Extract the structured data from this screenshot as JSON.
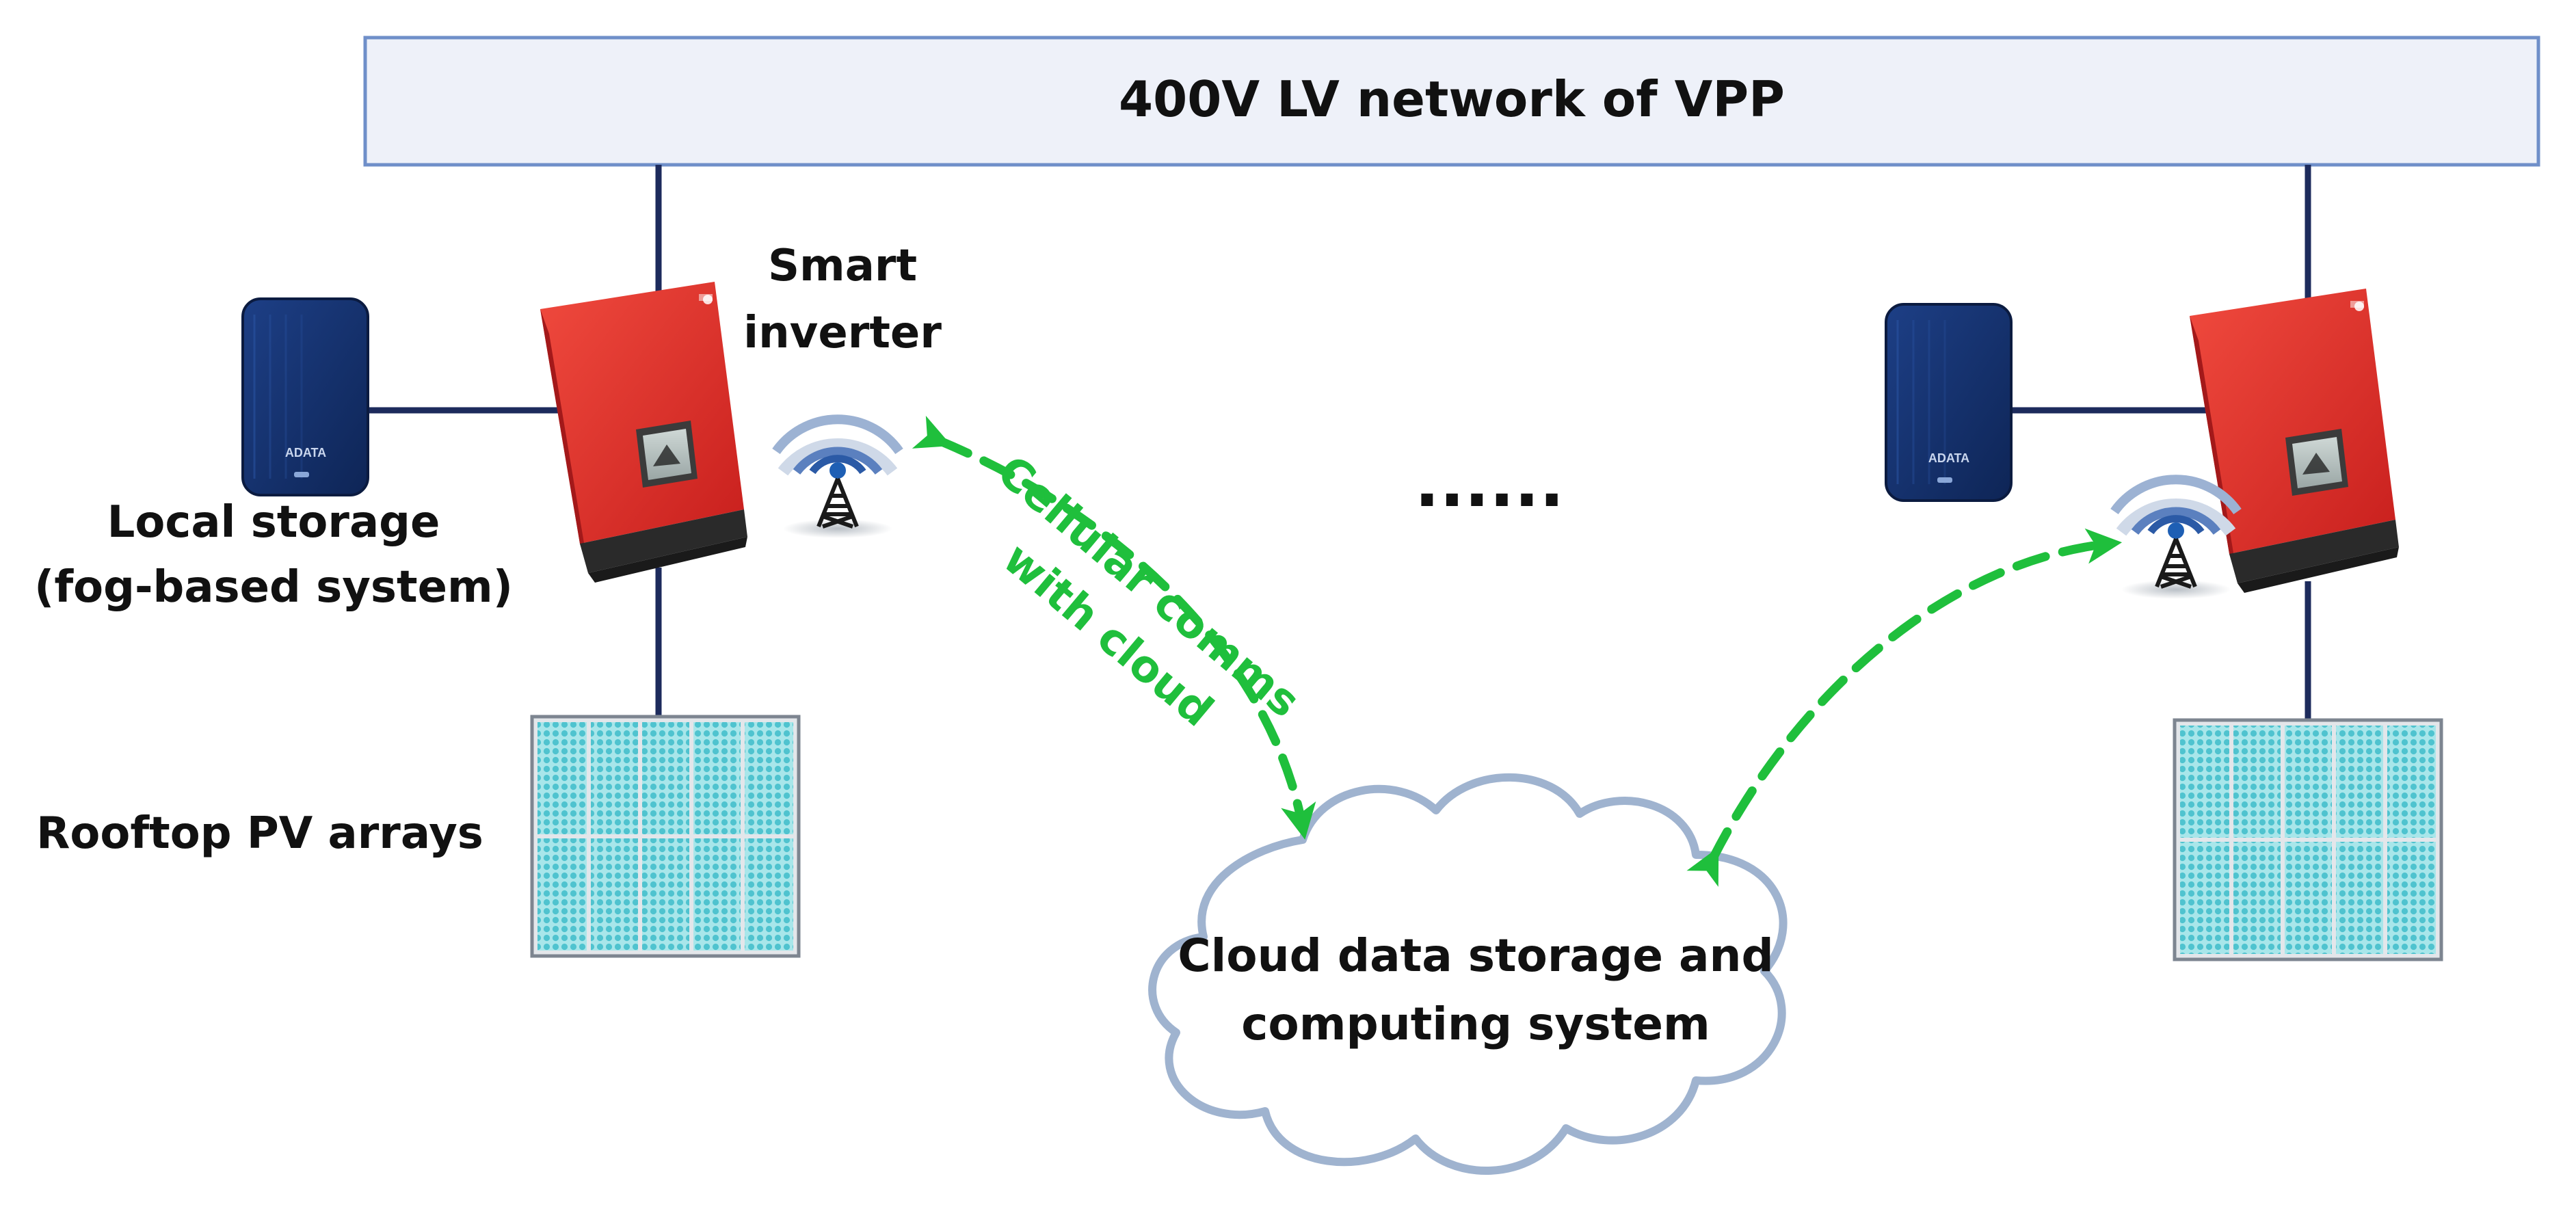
{
  "network": {
    "label": "400V LV network of VPP"
  },
  "left_site": {
    "inverter_label_line1": "Smart",
    "inverter_label_line2": "inverter",
    "storage_label_line1": "Local storage",
    "storage_label_line2": "(fog-based system)",
    "pv_label": "Rooftop PV arrays",
    "storage_brand": "ADATA"
  },
  "right_site": {
    "storage_brand": "ADATA"
  },
  "ellipsis": "......",
  "comms": {
    "label_line1": "Cellular comms",
    "label_line2": "with cloud"
  },
  "cloud": {
    "label_line1": "Cloud data storage and",
    "label_line2": "computing system"
  },
  "colors": {
    "network_fill": "#eef1f9",
    "network_stroke": "#6f8fc9",
    "bus_line": "#1d2b5c",
    "inverter_red": "#e8322c",
    "inverter_dark": "#2a2a2a",
    "storage_navy": "#13306e",
    "pv_cell": "#7fd8e0",
    "comms_green": "#1fbf3c",
    "cloud_stroke": "#9fb3cf",
    "signal_blue": "#1e5fb4"
  },
  "icons": {
    "storage": "hard-drive-icon",
    "inverter": "inverter-icon",
    "antenna": "antenna-tower-icon",
    "pv": "solar-panel-icon",
    "cloud": "cloud-icon"
  }
}
